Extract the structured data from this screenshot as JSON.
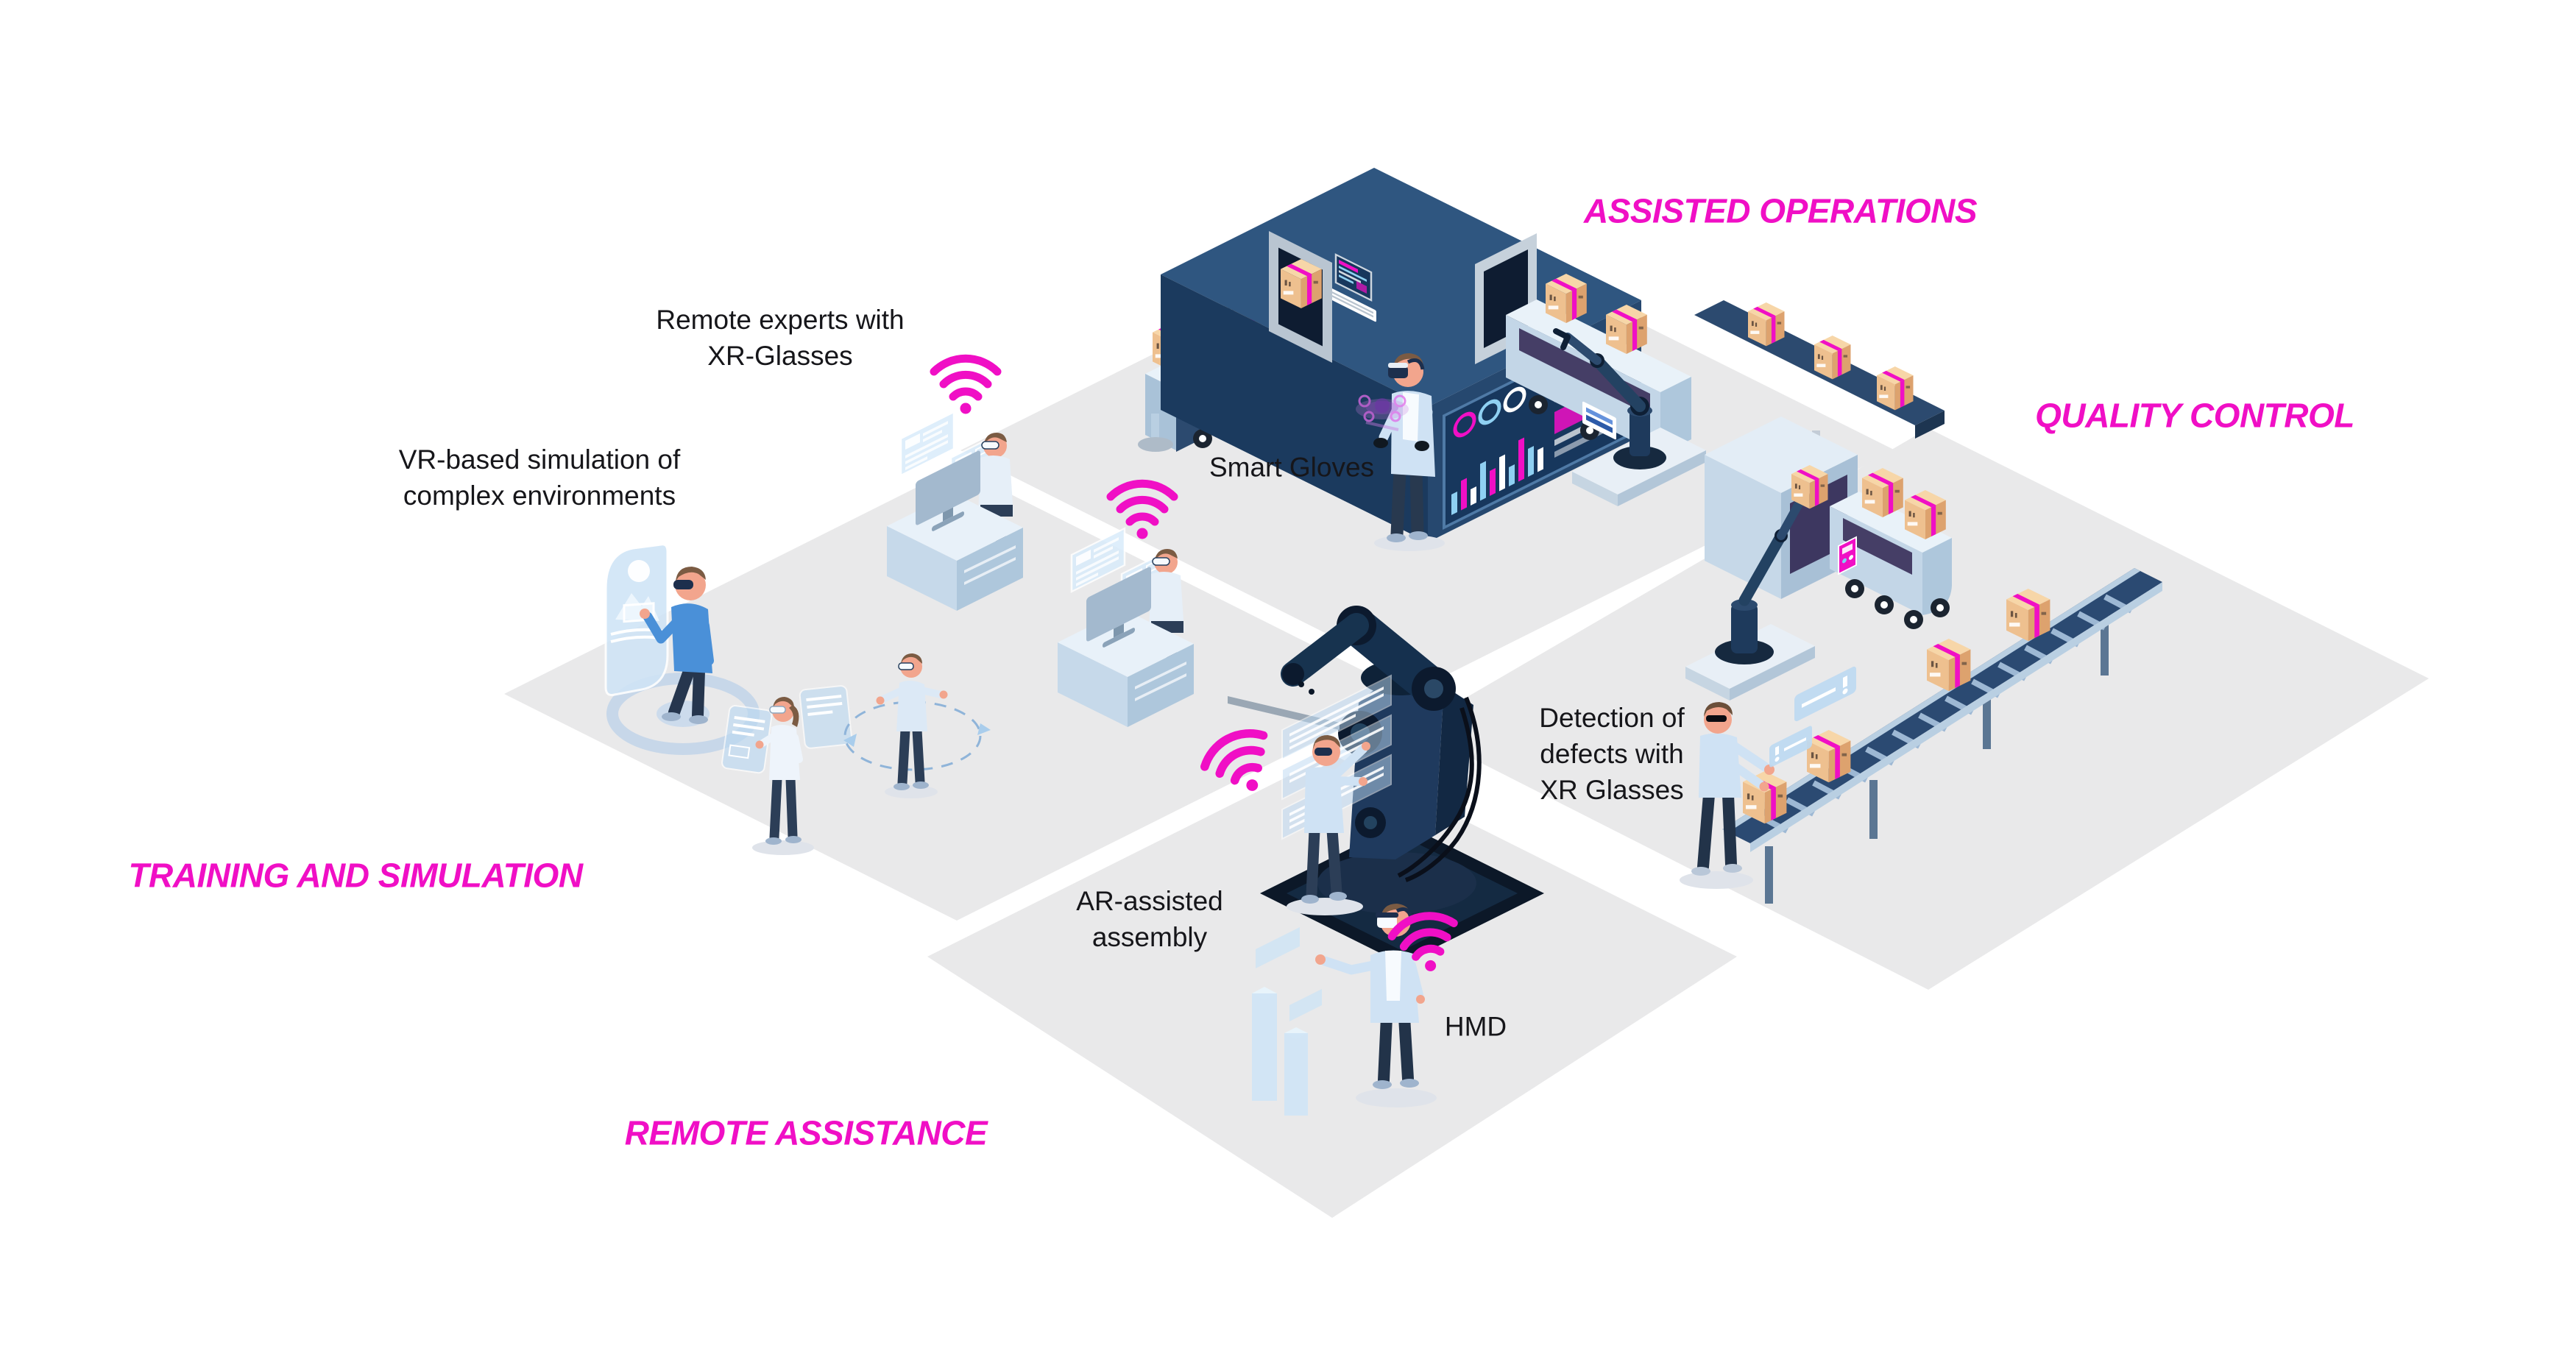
{
  "colors": {
    "accent_magenta": "#f00fc5",
    "floor_gray": "#e9e9ea",
    "machine_navy": "#24466d",
    "box_cardboard": "#eec08f",
    "hologram_blue": "#bcd9f2"
  },
  "zones": {
    "assisted_operations": {
      "label": "ASSISTED OPERATIONS"
    },
    "quality_control": {
      "label": "QUALITY CONTROL"
    },
    "training_and_simulation": {
      "label": "TRAINING AND SIMULATION"
    },
    "remote_assistance": {
      "label": "REMOTE ASSISTANCE"
    }
  },
  "annotations": {
    "remote_experts": {
      "label": "Remote experts with\nXR-Glasses"
    },
    "vr_simulation": {
      "label": "VR-based simulation of\ncomplex environments"
    },
    "smart_gloves": {
      "label": "Smart Gloves"
    },
    "defect_detection": {
      "label": "Detection of\ndefects with\nXR Glasses"
    },
    "ar_assembly": {
      "label": "AR-assisted\nassembly"
    },
    "hmd": {
      "label": "HMD"
    }
  },
  "icons": {
    "wifi": {
      "name": "wifi-signal",
      "count": 4,
      "color": "#f00fc5"
    }
  }
}
